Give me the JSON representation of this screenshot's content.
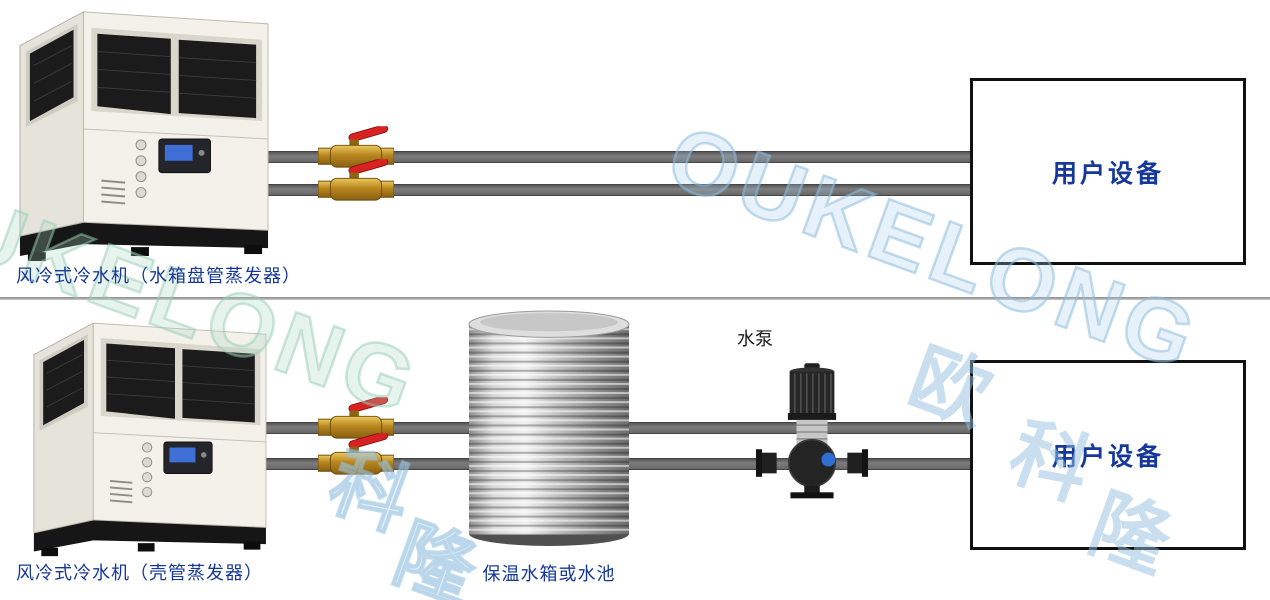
{
  "top_system": {
    "caption": "风冷式冷水机（水箱盘管蒸发器）",
    "equipment_label": "用户设备"
  },
  "bottom_system": {
    "caption": "风冷式冷水机（壳管蒸发器）",
    "tank_caption": "保温水箱或水池",
    "pump_label": "水泵",
    "equipment_label": "用户设备"
  },
  "watermark": {
    "latin": "OUKELONG",
    "cjk_ou": "欧",
    "cjk_ke": "科",
    "cjk_long": "隆"
  },
  "colors": {
    "label_blue": "#16389b",
    "pipe_gray": "#6e6e6e",
    "valve_brass": "#b8861e",
    "valve_handle_red": "#d82222",
    "watermark_blue": "#8ebede",
    "watermark_green": "#96c8af"
  }
}
